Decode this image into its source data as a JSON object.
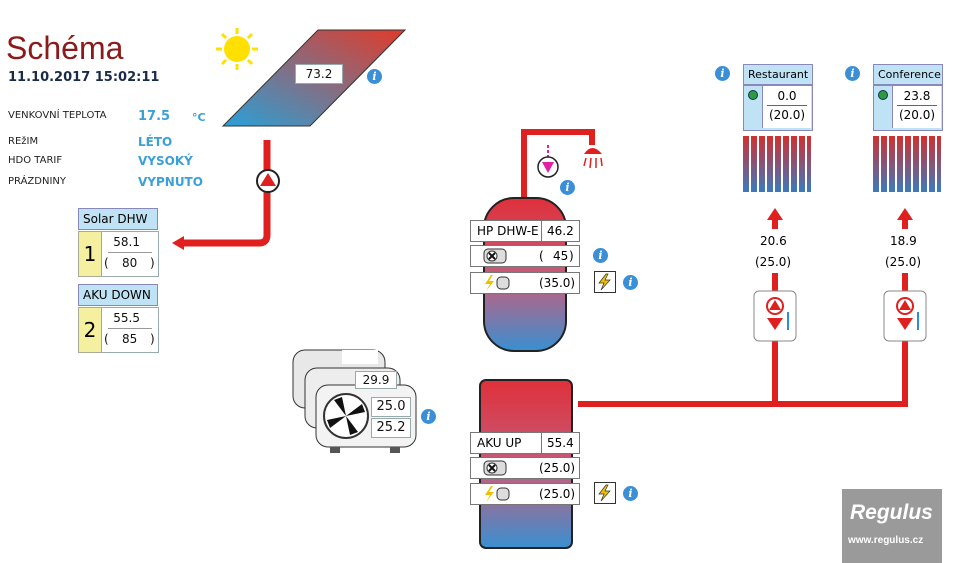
{
  "header": {
    "title": "Schéma",
    "datetime": "11.10.2017 15:02:11"
  },
  "status": {
    "outdoor_label": "VENKOVNÍ TEPLOTA",
    "outdoor_value": "17.5",
    "outdoor_unit": "°C",
    "mode_label": "REžIM",
    "mode_value": "LÉTO",
    "tariff_label": "HDO TARIF",
    "tariff_value": "VYSOKÝ",
    "holiday_label": "PRÁZDNINY",
    "holiday_value": "VYPNUTO"
  },
  "solar": {
    "collector_temp": "73.2"
  },
  "solar_dhw": {
    "title": "Solar DHW",
    "index": "1",
    "value": "58.1",
    "setpoint": "80"
  },
  "aku_down": {
    "title": "AKU DOWN",
    "index": "2",
    "value": "55.5",
    "setpoint": "85"
  },
  "dhw_tank": {
    "label": "HP DHW-E",
    "temp": "46.2",
    "hp_setpoint": "45",
    "el_setpoint": "(35.0)"
  },
  "heatpump": {
    "temp_top": "29.9",
    "temp_mid": "25.0",
    "temp_bottom": "25.2"
  },
  "aku_tank": {
    "label": "AKU UP",
    "temp": "55.4",
    "hp_setpoint": "(25.0)",
    "el_setpoint": "(25.0)"
  },
  "circuits": [
    {
      "name": "Restaurant",
      "room": "0.0",
      "room_set": "(20.0)",
      "flow": "20.6",
      "flow_set": "(25.0)"
    },
    {
      "name": "Conference",
      "room": "23.8",
      "room_set": "(20.0)",
      "flow": "18.9",
      "flow_set": "(25.0)"
    }
  ],
  "logo": {
    "brand": "Regulus",
    "url": "www.regulus.cz"
  },
  "colors": {
    "accent": "#3aa0d8",
    "pipe": "#e0201e",
    "title": "#8b1a1a"
  }
}
